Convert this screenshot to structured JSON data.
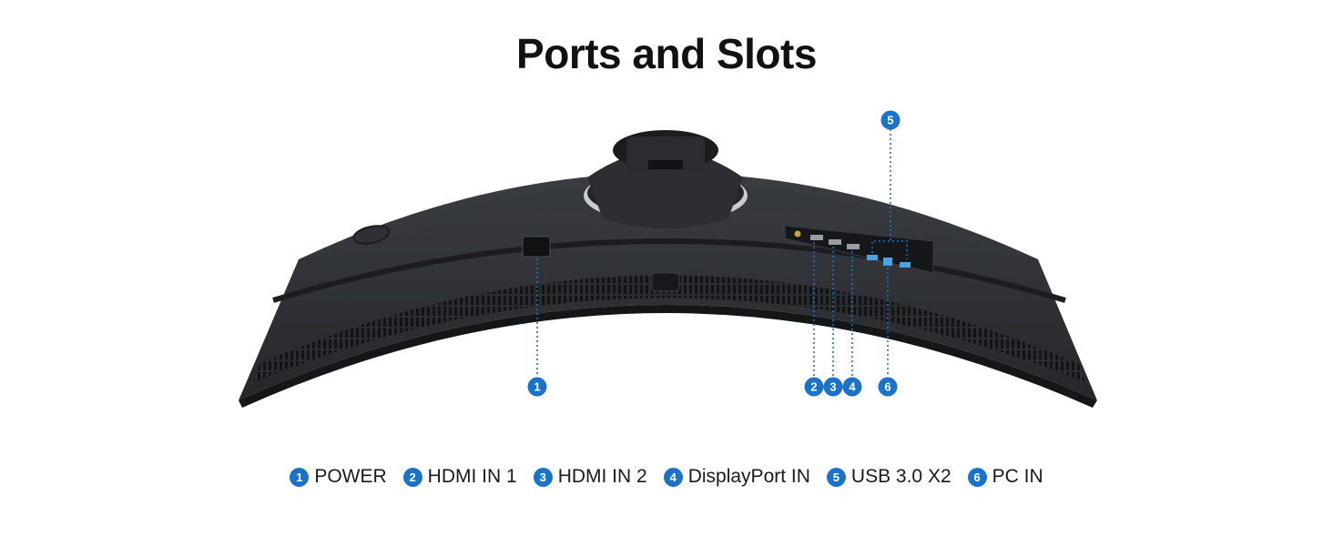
{
  "title": "Ports and Slots",
  "accent_color": "#1a73c8",
  "markers": [
    {
      "number": "1"
    },
    {
      "number": "2"
    },
    {
      "number": "3"
    },
    {
      "number": "4"
    },
    {
      "number": "5"
    },
    {
      "number": "6"
    }
  ],
  "legend": [
    {
      "number": "1",
      "label": "POWER"
    },
    {
      "number": "2",
      "label": "HDMI IN 1"
    },
    {
      "number": "3",
      "label": "HDMI IN 2"
    },
    {
      "number": "4",
      "label": "DisplayPort IN"
    },
    {
      "number": "5",
      "label": "USB 3.0 X2"
    },
    {
      "number": "6",
      "label": "PC IN"
    }
  ]
}
